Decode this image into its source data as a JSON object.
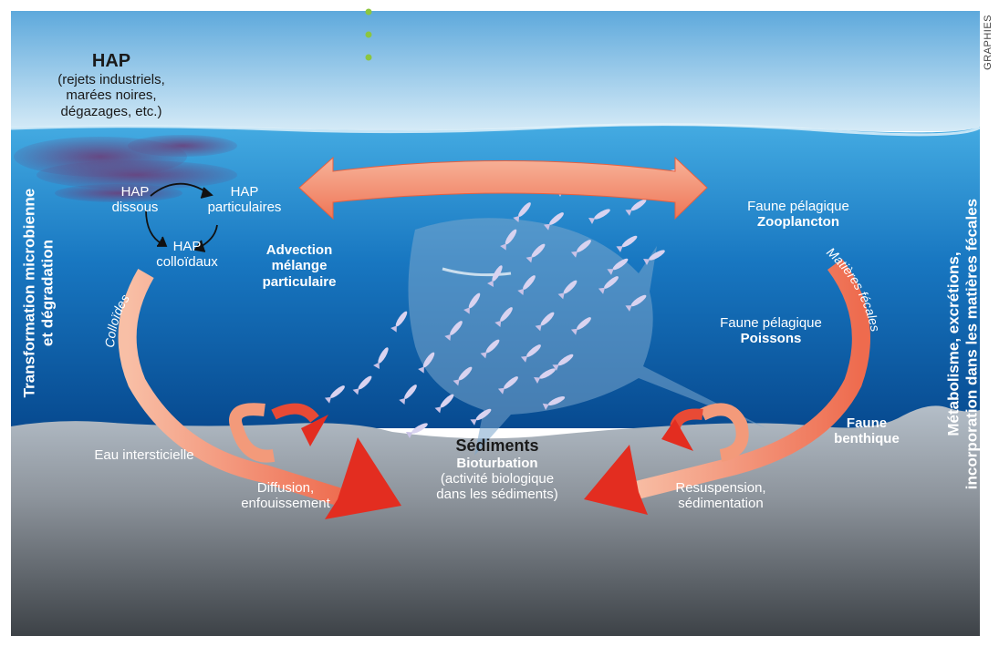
{
  "credit": "GRAPHIES",
  "surface_source": {
    "title": "HAP",
    "lines": [
      "(rejets industriels,",
      "marées noires,",
      "dégazages, etc.)"
    ]
  },
  "hap_states": {
    "dissous": [
      "HAP",
      "dissous"
    ],
    "particulaires": [
      "HAP",
      "particulaires"
    ],
    "colloidaux": [
      "HAP",
      "colloïdaux"
    ]
  },
  "advection": [
    "Advection",
    "mélange",
    "particulaire"
  ],
  "zooplancton": {
    "line1": "Faune pélagique",
    "line2": "Zooplancton"
  },
  "poissons": {
    "line1": "Faune pélagique",
    "line2": "Poissons"
  },
  "benthique": [
    "Faune",
    "benthique"
  ],
  "colloides_label": "Colloïdes",
  "matieres_label": "Matières fécales",
  "eau_interstitielle": "Eau intersticielle",
  "diffusion": [
    "Diffusion,",
    "enfouissement"
  ],
  "sediments": {
    "title": "Sédiments",
    "subtitle": "Bioturbation",
    "lines": [
      "(activité biologique",
      "dans les sédiments)"
    ]
  },
  "resuspension": [
    "Resuspension,",
    "sédimentation"
  ],
  "left_side": [
    "Transformation microbienne",
    "et dégradation"
  ],
  "right_side": [
    "Métabolisme, excrétions,",
    "incorporation dans les matières fécales"
  ],
  "colors": {
    "sky_top": "#5ea9dc",
    "sky_bottom": "#cfe6f5",
    "water_top": "#3fa6de",
    "water_bottom": "#0a4d94",
    "sediment_top": "#b9c2cb",
    "sediment_bottom": "#3f4449",
    "arrow": "#f08a6a",
    "arrow_dark": "#e02e22",
    "oil": "#6b3f7a",
    "dots": "#8cc63f"
  }
}
